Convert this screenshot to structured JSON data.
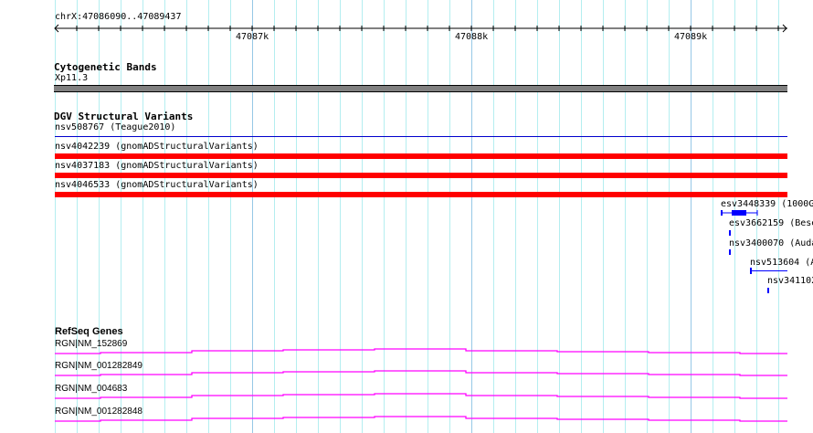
{
  "ruler": {
    "region": "chrX:47086090..47089437",
    "ticks": [
      "47087k",
      "47088k",
      "47089k"
    ]
  },
  "cytoband": {
    "title": "Cytogenetic Bands",
    "band": "Xp11.3",
    "color": "#808080"
  },
  "dgv": {
    "title": "DGV Structural Variants",
    "full_width_items": [
      {
        "label": "nsv508767 (Teague2010)",
        "color": "#0000cc"
      },
      {
        "label": "nsv4042239 (gnomADStructuralVariants)",
        "color": "#ff0000"
      },
      {
        "label": "nsv4037183 (gnomADStructuralVariants)",
        "color": "#ff0000"
      },
      {
        "label": "nsv4046533 (gnomADStructuralVariants)",
        "color": "#ff0000"
      }
    ],
    "right_items": [
      {
        "label": "esv3448339 (1000G"
      },
      {
        "label": "esv3662159 (Bese"
      },
      {
        "label": "nsv3400070 (Auda"
      },
      {
        "label": "nsv513604 (A"
      },
      {
        "label": "nsv341102"
      }
    ]
  },
  "refseq": {
    "title": "RefSeq Genes",
    "color": "#ff00ff",
    "genes": [
      {
        "label": "RGN|NM_152869"
      },
      {
        "label": "RGN|NM_001282849"
      },
      {
        "label": "RGN|NM_004683"
      },
      {
        "label": "RGN|NM_001282848"
      }
    ]
  }
}
